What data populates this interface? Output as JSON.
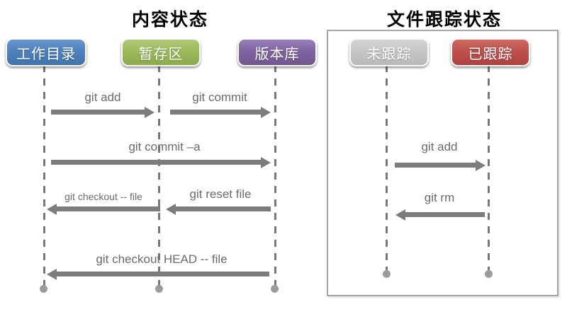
{
  "content_section": {
    "title": "内容状态",
    "nodes": [
      {
        "label": "工作目录",
        "color": "#4f81bd"
      },
      {
        "label": "暂存区",
        "color": "#9bbb59"
      },
      {
        "label": "版本库",
        "color": "#8064a2"
      }
    ],
    "arrows": [
      {
        "label": "git add",
        "from": "工作目录",
        "to": "暂存区",
        "direction": "right"
      },
      {
        "label": "git commit",
        "from": "暂存区",
        "to": "版本库",
        "direction": "right"
      },
      {
        "label": "git commit –a",
        "from": "工作目录",
        "to": "版本库",
        "direction": "right"
      },
      {
        "label": "git checkout -- file",
        "from": "暂存区",
        "to": "工作目录",
        "direction": "left"
      },
      {
        "label": "git reset file",
        "from": "版本库",
        "to": "暂存区",
        "direction": "left"
      },
      {
        "label": "git checkout HEAD -- file",
        "from": "版本库",
        "to": "工作目录",
        "direction": "left"
      }
    ]
  },
  "tracking_section": {
    "title": "文件跟踪状态",
    "nodes": [
      {
        "label": "未跟踪",
        "color": "#c6c6c6"
      },
      {
        "label": "已跟踪",
        "color": "#c0504d"
      }
    ],
    "arrows": [
      {
        "label": "git add",
        "from": "未跟踪",
        "to": "已跟踪",
        "direction": "right"
      },
      {
        "label": "git rm",
        "from": "已跟踪",
        "to": "未跟踪",
        "direction": "left"
      }
    ]
  },
  "colors": {
    "arrow": "#7c7c7c",
    "command_text": "#6b6b6b",
    "lifeline": "#787878",
    "frame_border": "#a6a6a6"
  }
}
